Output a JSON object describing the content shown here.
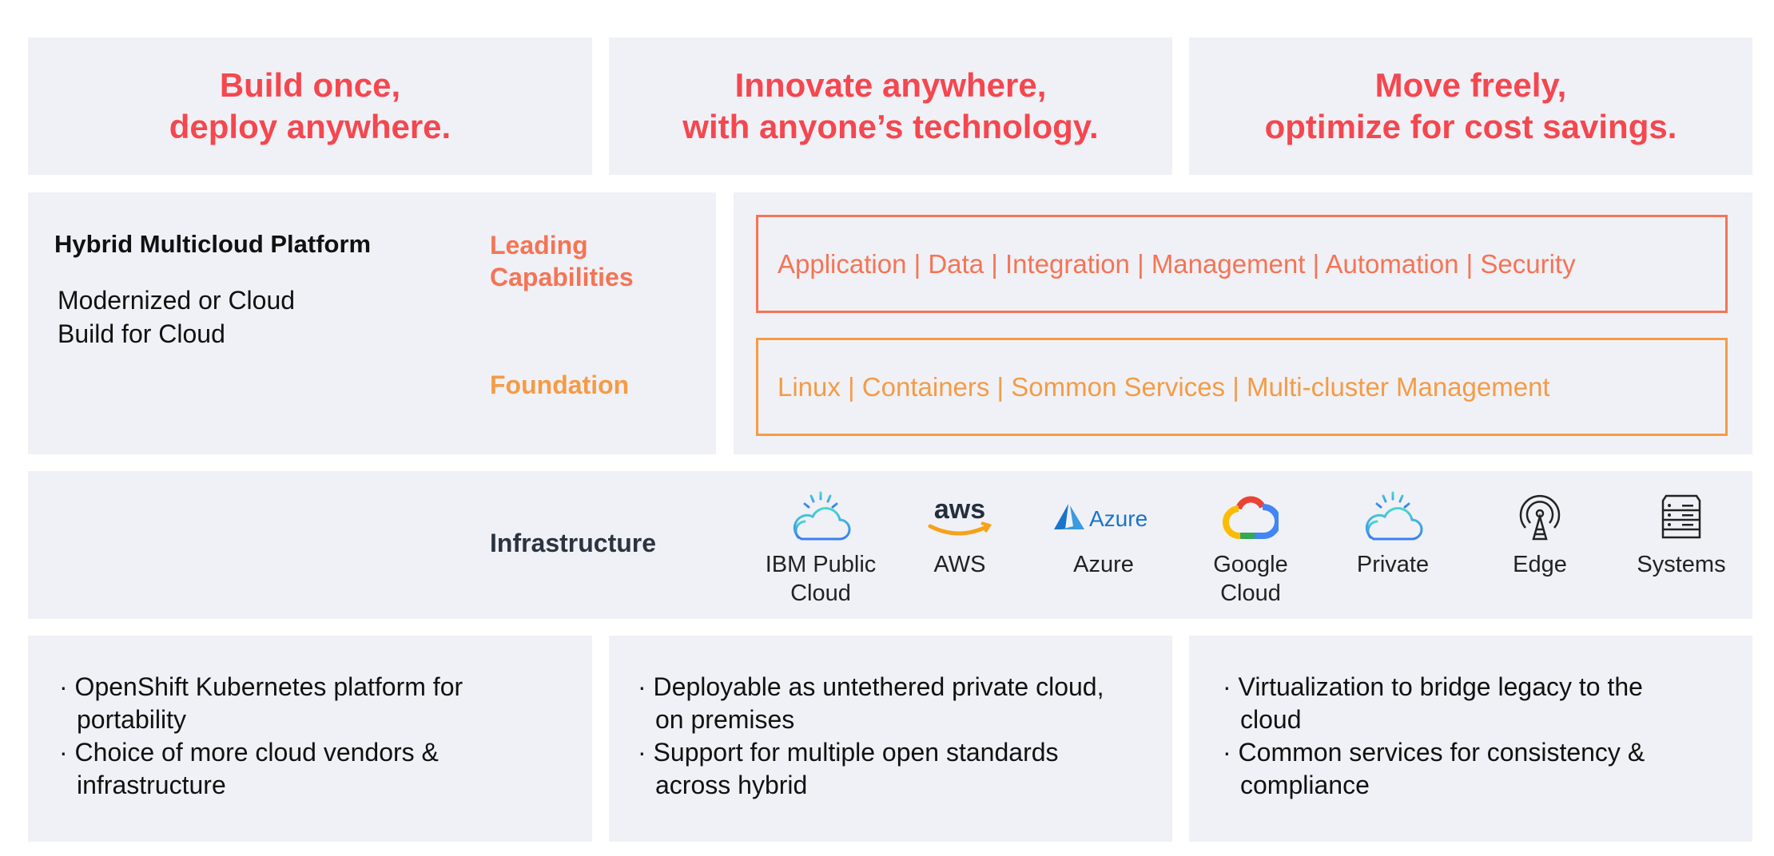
{
  "headlines": [
    {
      "line1": "Build once,",
      "line2": "deploy anywhere."
    },
    {
      "line1": "Innovate anywhere,",
      "line2": "with anyone’s technology."
    },
    {
      "line1": "Move freely,",
      "line2": "optimize for cost savings."
    }
  ],
  "platform": {
    "title": "Hybrid Multicloud Platform",
    "line1": "Modernized or Cloud",
    "line2": "Build for Cloud"
  },
  "layers": {
    "leading_line1": "Leading",
    "leading_line2": "Capabilities",
    "leading_items": "Application | Data | Integration | Management | Automation | Security",
    "foundation": "Foundation",
    "foundation_items": "Linux | Containers | Sommon Services | Multi-cluster Management",
    "infrastructure": "Infrastructure"
  },
  "infrastructure": [
    {
      "icon": "ibm-cloud-icon",
      "line1": "IBM Public",
      "line2": "Cloud"
    },
    {
      "icon": "aws-logo-icon",
      "line1": "AWS",
      "line2": ""
    },
    {
      "icon": "azure-logo-icon",
      "line1": "Azure",
      "line2": ""
    },
    {
      "icon": "google-cloud-icon",
      "line1": "Google",
      "line2": "Cloud"
    },
    {
      "icon": "private-cloud-icon",
      "line1": "Private",
      "line2": ""
    },
    {
      "icon": "edge-tower-icon",
      "line1": "Edge",
      "line2": ""
    },
    {
      "icon": "server-rack-icon",
      "line1": "Systems",
      "line2": ""
    }
  ],
  "logo_text": {
    "aws": "aws",
    "azure": "Azure"
  },
  "benefits": [
    [
      "OpenShift Kubernetes platform for portability",
      "Choice of more cloud vendors & infrastructure"
    ],
    [
      "Deployable as untethered private cloud, on premises",
      "Support for multiple open standards across hybrid"
    ],
    [
      "Virtualization to bridge legacy to the cloud",
      "Common services for consistency & compliance"
    ]
  ],
  "colors": {
    "headline": "#f4474f",
    "leading": "#f57455",
    "foundation": "#f59b45",
    "panel": "#f0f1f6"
  }
}
